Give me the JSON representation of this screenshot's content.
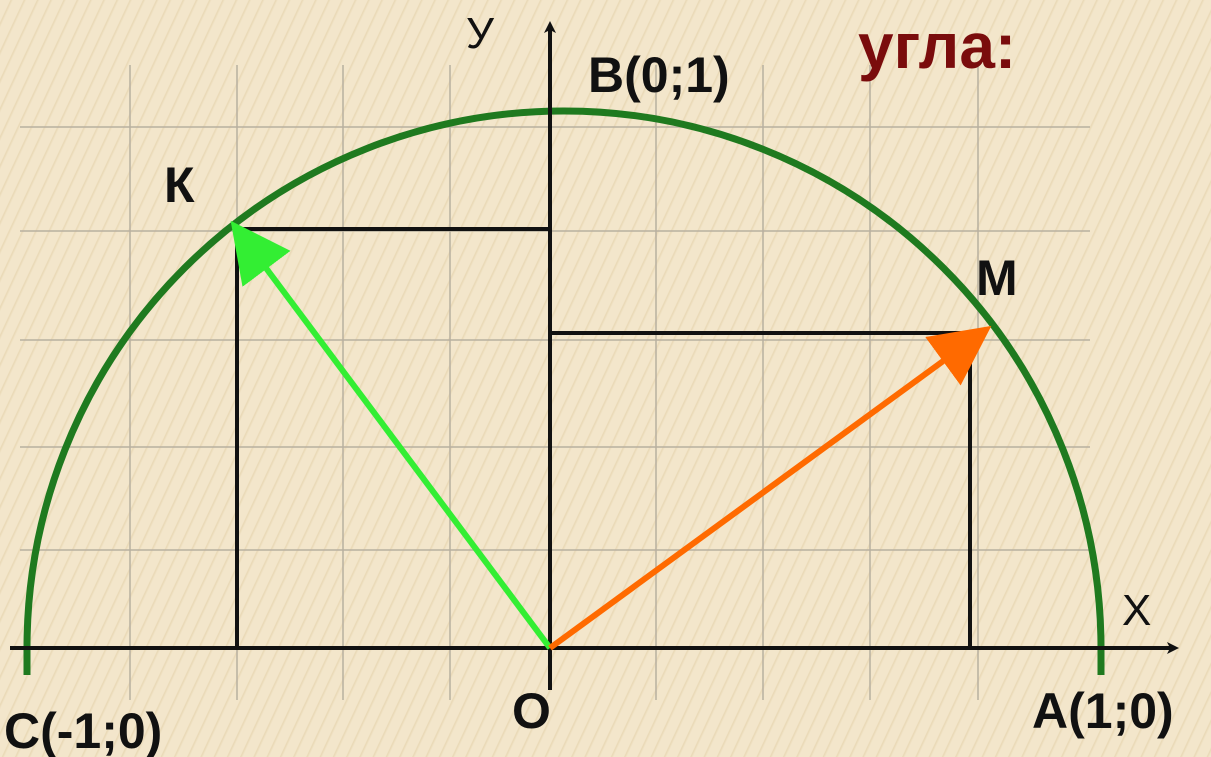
{
  "title_fragment": "угла:",
  "axes": {
    "x_label": "X",
    "y_label": "У"
  },
  "points": {
    "B": "B(0;1)",
    "K": "К",
    "M": "М",
    "O": "О",
    "A": "A(1;0)",
    "C": "С(-1;0)"
  },
  "colors": {
    "title": "#7a0c0c",
    "circle": "#1f7a1f",
    "vector_k": "#33ee33",
    "vector_m": "#ff6a00",
    "grid": "#b8b0a0",
    "lines": "#111111"
  }
}
